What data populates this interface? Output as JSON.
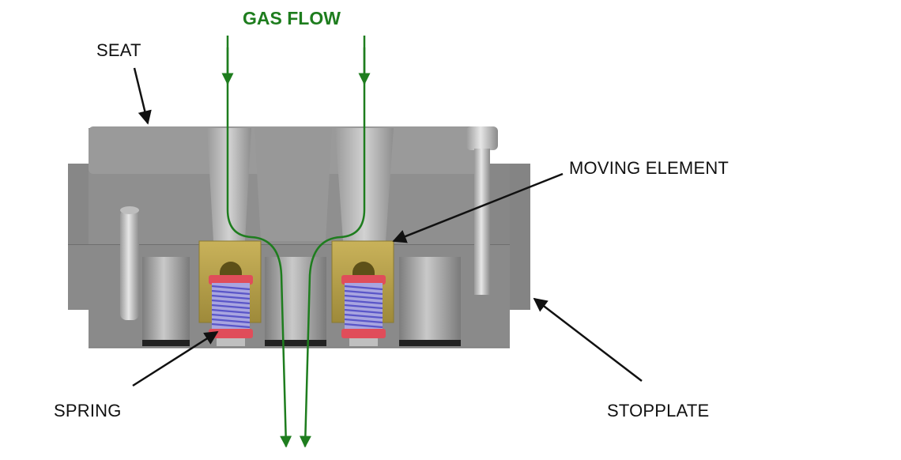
{
  "diagram": {
    "title": "GAS FLOW",
    "labels": {
      "seat": "SEAT",
      "moving_element": "MOVING ELEMENT",
      "spring": "SPRING",
      "stopplate": "STOPPLATE"
    },
    "colors": {
      "flow": "#1e7d1e",
      "seat_body": "#8f8f8f",
      "stopplate_body": "#8a8a8a",
      "moving_element": "#b8a04a",
      "spring_coil": "#5a56c8",
      "spring_cap": "#e04d5a",
      "background": "#ffffff",
      "text": "#111111"
    }
  }
}
